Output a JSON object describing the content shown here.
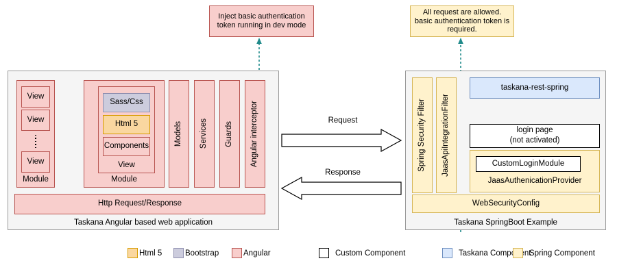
{
  "notes": {
    "left": "Inject basic authentication token running in dev mode",
    "right": "All request are allowed. basic authentication token is required."
  },
  "left_container": {
    "caption": "Taskana Angular based web application",
    "module_a": {
      "caption": "Module",
      "views": [
        "View",
        "View",
        "View"
      ],
      "separator": "vertical-ellipsis"
    },
    "between_modules": "---",
    "module_b": {
      "caption": "Module",
      "view_caption": "View",
      "items": [
        {
          "label": "Sass/Css",
          "style": "bootstrap"
        },
        {
          "label": "Html 5",
          "style": "html5"
        },
        {
          "label": "Components",
          "style": "angular"
        }
      ]
    },
    "columns": [
      "Models",
      "Services",
      "Guards",
      "Angular interceptor"
    ],
    "http_bar": "Http Request/Response"
  },
  "arrows": {
    "request": "Request",
    "response": "Response"
  },
  "right_container": {
    "caption": "Taskana SpringBoot Example",
    "filters": [
      "Spring Security Filter",
      "JaasApiIntegrationFilter"
    ],
    "rest_box": "taskana-rest-spring",
    "login_page_line1": "login page",
    "login_page_line2": "(not activated)",
    "auth_provider": {
      "inner": "CustomLoginModule",
      "caption": "JaasAuthenicationProvider"
    },
    "web_security_config": "WebSecurityConfig"
  },
  "legend": {
    "left_group": [
      {
        "label": "Html 5",
        "style": "html5"
      },
      {
        "label": "Bootstrap",
        "style": "bootstrap"
      },
      {
        "label": "Angular",
        "style": "angular"
      }
    ],
    "right_group": [
      {
        "label": "Custom Component",
        "style": "custom"
      },
      {
        "label": "Taskana Component",
        "style": "taskana"
      },
      {
        "label": "Spring Component",
        "style": "spring"
      }
    ]
  },
  "colors": {
    "angular_fill": "#f8cecc",
    "angular_stroke": "#b85450",
    "html5_fill": "#fad7a0",
    "html5_stroke": "#d79b00",
    "bootstrap_fill": "#ccccdd",
    "bootstrap_stroke": "#9090b0",
    "spring_fill": "#fff2cc",
    "spring_stroke": "#d6b656",
    "taskana_fill": "#dae8fc",
    "taskana_stroke": "#6c8ebf",
    "custom_fill": "#ffffff",
    "custom_stroke": "#000000",
    "shell_fill": "#f5f5f5",
    "shell_stroke": "#999999",
    "connector": "#1f8a8a"
  }
}
